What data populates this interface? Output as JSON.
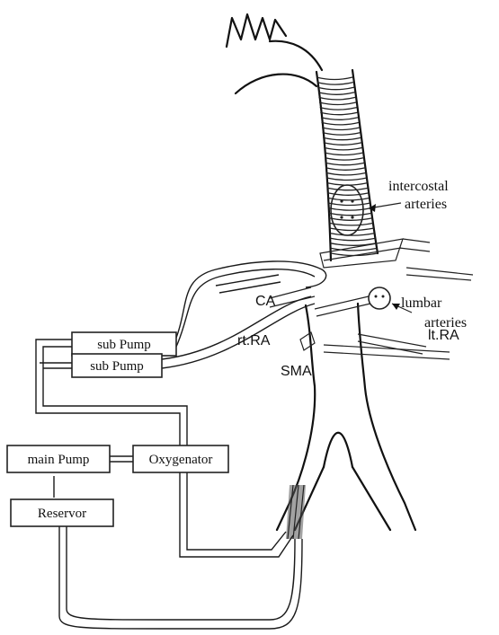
{
  "labels": {
    "intercostal_1": "intercostal",
    "intercostal_2": "arteries",
    "lumbar_1": "lumbar",
    "lumbar_2": "arteries",
    "ca": "CA",
    "rt_ra": "rt.RA",
    "lt_ra": "lt.RA",
    "sma": "SMA"
  },
  "boxes": {
    "sub_pump_1": "sub Pump",
    "sub_pump_2": "sub Pump",
    "main_pump": "main Pump",
    "oxygenator": "Oxygenator",
    "reservoir": "Reservor"
  }
}
